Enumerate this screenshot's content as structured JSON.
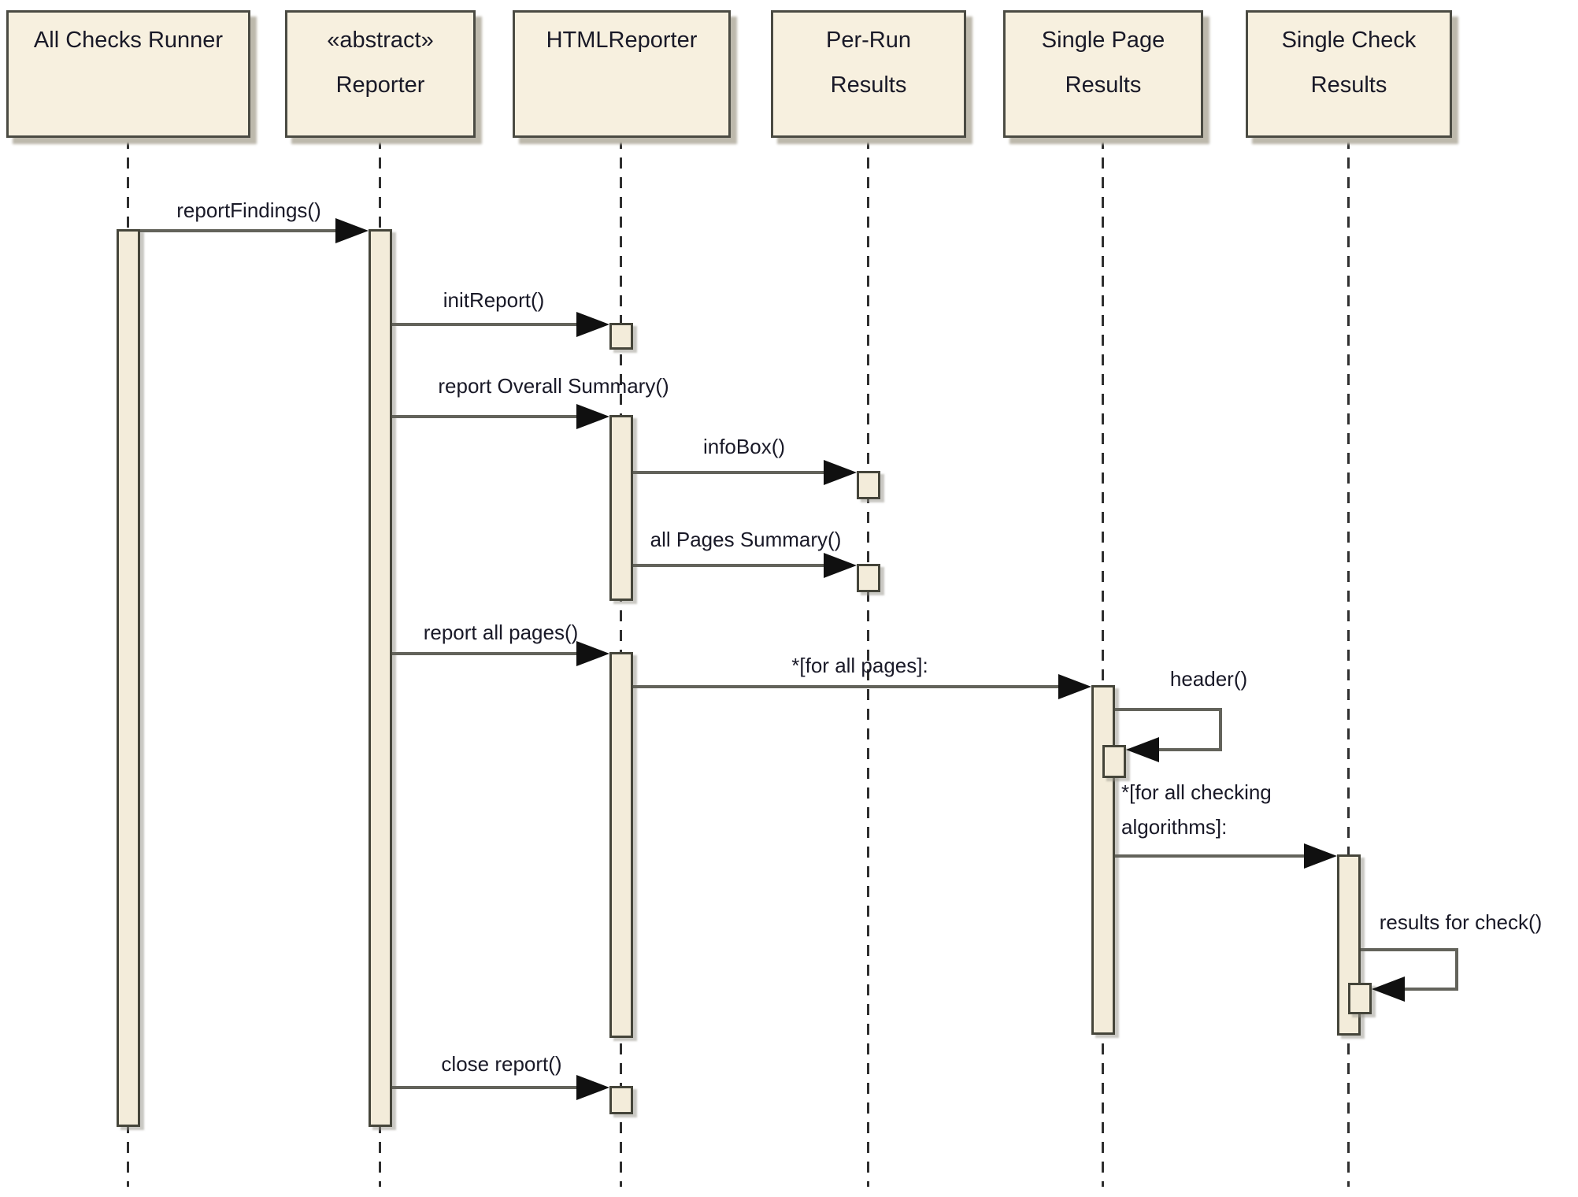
{
  "diagram": {
    "type": "uml-sequence-diagram",
    "participants": [
      {
        "id": "all-checks-runner",
        "line1": "All Checks Runner",
        "line2": ""
      },
      {
        "id": "abstract-reporter",
        "line1": "«abstract»",
        "line2": "Reporter"
      },
      {
        "id": "html-reporter",
        "line1": "HTMLReporter",
        "line2": ""
      },
      {
        "id": "per-run-results",
        "line1": "Per-Run",
        "line2": "Results"
      },
      {
        "id": "single-page-results",
        "line1": "Single Page",
        "line2": "Results"
      },
      {
        "id": "single-check-results",
        "line1": "Single Check",
        "line2": "Results"
      }
    ],
    "messages": [
      {
        "id": "report-findings",
        "label": "reportFindings()",
        "from": "all-checks-runner",
        "to": "abstract-reporter"
      },
      {
        "id": "init-report",
        "label": "initReport()",
        "from": "abstract-reporter",
        "to": "html-reporter"
      },
      {
        "id": "report-overall-summary",
        "label": "report Overall Summary()",
        "from": "abstract-reporter",
        "to": "html-reporter"
      },
      {
        "id": "info-box",
        "label": "infoBox()",
        "from": "html-reporter",
        "to": "per-run-results"
      },
      {
        "id": "all-pages-summary",
        "label": "all Pages Summary()",
        "from": "html-reporter",
        "to": "per-run-results"
      },
      {
        "id": "report-all-pages",
        "label": "report all pages()",
        "from": "abstract-reporter",
        "to": "html-reporter"
      },
      {
        "id": "for-all-pages",
        "label": "*[for all pages]:",
        "from": "html-reporter",
        "to": "single-page-results"
      },
      {
        "id": "header",
        "label": "header()",
        "from": "single-page-results",
        "to": "single-page-results",
        "self": true
      },
      {
        "id": "for-all-checking-algorithms",
        "label": "*[for all checking algorithms]:",
        "line1": "*[for all checking",
        "line2": "algorithms]:",
        "from": "single-page-results",
        "to": "single-check-results"
      },
      {
        "id": "results-for-check",
        "label": "results for check()",
        "from": "single-check-results",
        "to": "single-check-results",
        "self": true
      },
      {
        "id": "close-report",
        "label": "close report()",
        "from": "abstract-reporter",
        "to": "html-reporter"
      }
    ],
    "colors": {
      "background": "#ffffff",
      "box_fill": "#f7f0df",
      "box_border": "#4b4b43",
      "bar_fill": "#f3ecda",
      "bar_border": "#45453a",
      "line": "#63635b",
      "arrow": "#101010",
      "text": "#191927",
      "lifeline": "#2f2f2f",
      "shadow": "#bdb9ac"
    }
  }
}
